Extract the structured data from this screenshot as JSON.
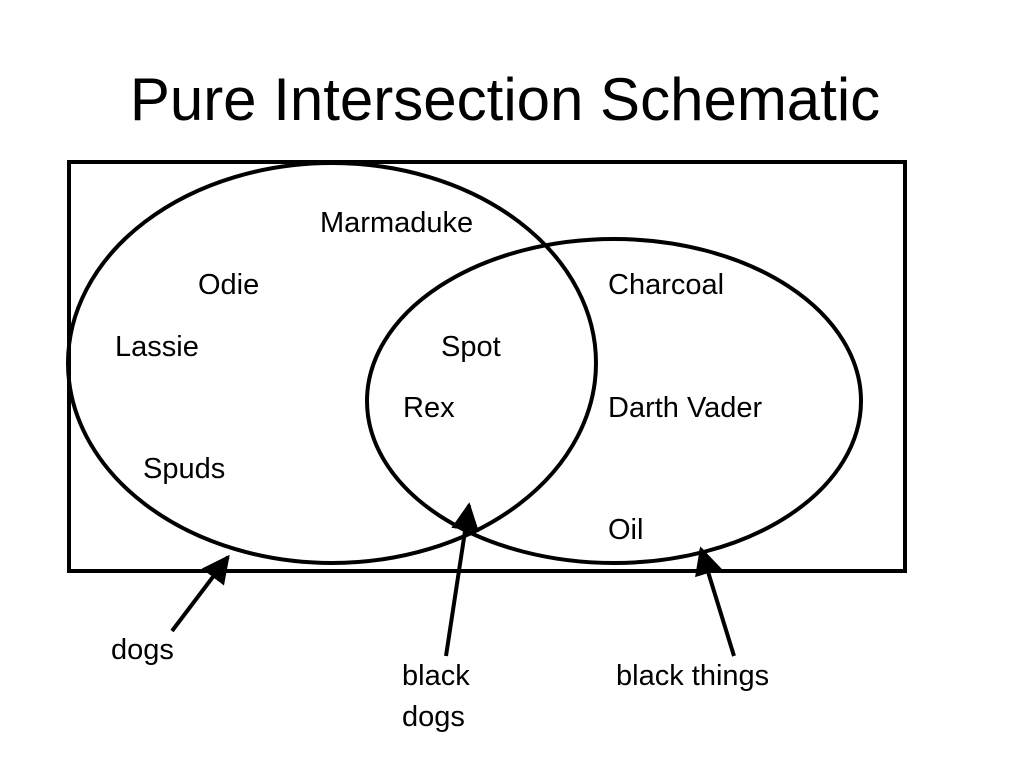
{
  "title": "Pure Intersection Schematic",
  "colors": {
    "background": "#ffffff",
    "stroke": "#000000"
  },
  "sets": {
    "dogs_only": [
      "Marmaduke",
      "Odie",
      "Lassie",
      "Spuds"
    ],
    "intersection": [
      "Spot",
      "Rex"
    ],
    "black_things_only": [
      "Charcoal",
      "Darth Vader",
      "Oil"
    ]
  },
  "callouts": {
    "dogs": "dogs",
    "black_dogs_line1": "black",
    "black_dogs_line2": "dogs",
    "black_things": "black things"
  }
}
